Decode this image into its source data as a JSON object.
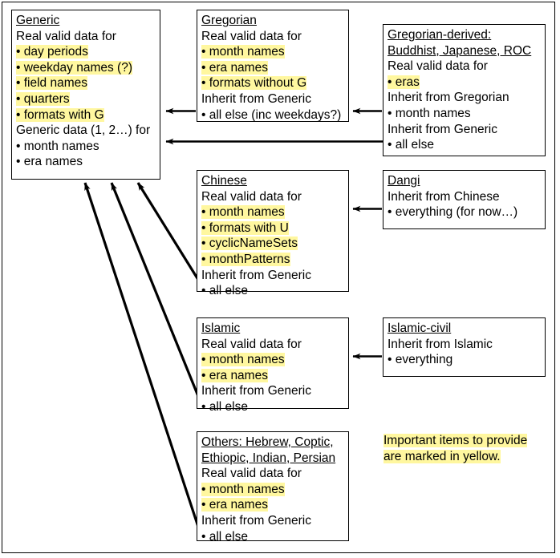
{
  "diagram": {
    "title": "Calendar data inheritance diagram",
    "highlight_color": "#FFF79F",
    "line_color": "#000000",
    "background": "#FFFFFF"
  },
  "boxes": {
    "generic": {
      "name": "Generic",
      "lines": [
        {
          "text": "Generic",
          "style": "title",
          "highlight": false
        },
        {
          "text": "Real valid data for",
          "style": "plain",
          "highlight": false
        },
        {
          "text": "• day periods",
          "style": "bullet",
          "highlight": true
        },
        {
          "text": "• weekday names (?)",
          "style": "bullet",
          "highlight": true
        },
        {
          "text": "• field names",
          "style": "bullet",
          "highlight": true
        },
        {
          "text": "• quarters",
          "style": "bullet",
          "highlight": true
        },
        {
          "text": "• formats with G",
          "style": "bullet",
          "highlight": true
        },
        {
          "text": "Generic data (1, 2…) for",
          "style": "plain",
          "highlight": false
        },
        {
          "text": "• month names",
          "style": "bullet",
          "highlight": false
        },
        {
          "text": "• era names",
          "style": "bullet",
          "highlight": false
        }
      ]
    },
    "gregorian": {
      "name": "Gregorian",
      "lines": [
        {
          "text": "Gregorian",
          "style": "title",
          "highlight": false
        },
        {
          "text": "Real valid data for",
          "style": "plain",
          "highlight": false
        },
        {
          "text": "• month names",
          "style": "bullet",
          "highlight": true
        },
        {
          "text": "• era names",
          "style": "bullet",
          "highlight": true
        },
        {
          "text": "• formats without G",
          "style": "bullet",
          "highlight": true
        },
        {
          "text": "Inherit from Generic",
          "style": "plain",
          "highlight": false
        },
        {
          "text": "• all else (inc weekdays?)",
          "style": "bullet",
          "highlight": false
        }
      ]
    },
    "gregorian_derived": {
      "name": "Gregorian-derived",
      "lines": [
        {
          "text": "Gregorian-derived:",
          "style": "title",
          "highlight": false
        },
        {
          "text": "Buddhist, Japanese, ROC",
          "style": "title",
          "highlight": false
        },
        {
          "text": "Real valid data for",
          "style": "plain",
          "highlight": false
        },
        {
          "text": "• eras",
          "style": "bullet",
          "highlight": true
        },
        {
          "text": "Inherit from Gregorian",
          "style": "plain",
          "highlight": false
        },
        {
          "text": "• month names",
          "style": "bullet",
          "highlight": false
        },
        {
          "text": "Inherit from Generic",
          "style": "plain",
          "highlight": false
        },
        {
          "text": "• all else",
          "style": "bullet",
          "highlight": false
        }
      ]
    },
    "chinese": {
      "name": "Chinese",
      "lines": [
        {
          "text": "Chinese",
          "style": "title",
          "highlight": false
        },
        {
          "text": "Real valid data for",
          "style": "plain",
          "highlight": false
        },
        {
          "text": "• month names",
          "style": "bullet",
          "highlight": true
        },
        {
          "text": "• formats with U",
          "style": "bullet",
          "highlight": true
        },
        {
          "text": "• cyclicNameSets",
          "style": "bullet",
          "highlight": true
        },
        {
          "text": "• monthPatterns",
          "style": "bullet",
          "highlight": true
        },
        {
          "text": "Inherit from Generic",
          "style": "plain",
          "highlight": false
        },
        {
          "text": "• all else",
          "style": "bullet",
          "highlight": false
        }
      ]
    },
    "dangi": {
      "name": "Dangi",
      "lines": [
        {
          "text": "Dangi",
          "style": "title",
          "highlight": false
        },
        {
          "text": "Inherit from Chinese",
          "style": "plain",
          "highlight": false
        },
        {
          "text": "• everything (for now…)",
          "style": "bullet",
          "highlight": false
        }
      ]
    },
    "islamic": {
      "name": "Islamic",
      "lines": [
        {
          "text": "Islamic",
          "style": "title",
          "highlight": false
        },
        {
          "text": "Real valid data for",
          "style": "plain",
          "highlight": false
        },
        {
          "text": "• month names",
          "style": "bullet",
          "highlight": true
        },
        {
          "text": "• era names",
          "style": "bullet",
          "highlight": true
        },
        {
          "text": "Inherit from Generic",
          "style": "plain",
          "highlight": false
        },
        {
          "text": "• all else",
          "style": "bullet",
          "highlight": false
        }
      ]
    },
    "islamic_civil": {
      "name": "Islamic-civil",
      "lines": [
        {
          "text": "Islamic-civil",
          "style": "title",
          "highlight": false
        },
        {
          "text": "Inherit from Islamic",
          "style": "plain",
          "highlight": false
        },
        {
          "text": "• everything",
          "style": "bullet",
          "highlight": false
        }
      ]
    },
    "others": {
      "name": "Others",
      "lines": [
        {
          "text": "Others: Hebrew, Coptic,",
          "style": "title",
          "highlight": false
        },
        {
          "text": "Ethiopic, Indian, Persian",
          "style": "title",
          "highlight": false
        },
        {
          "text": "Real valid data for",
          "style": "plain",
          "highlight": false
        },
        {
          "text": "• month names",
          "style": "bullet",
          "highlight": true
        },
        {
          "text": "• era names",
          "style": "bullet",
          "highlight": true
        },
        {
          "text": "Inherit from Generic",
          "style": "plain",
          "highlight": false
        },
        {
          "text": "• all else",
          "style": "bullet",
          "highlight": false
        }
      ]
    }
  },
  "legend": {
    "lines": [
      "Important items to provide",
      "are marked in yellow."
    ]
  },
  "arrows": [
    {
      "from": "gregorian",
      "to": "generic",
      "label": "gregorian-to-generic"
    },
    {
      "from": "gregorian_derived",
      "to": "gregorian",
      "label": "gregorian-derived-to-gregorian"
    },
    {
      "from": "gregorian_derived",
      "to": "generic",
      "label": "gregorian-derived-to-generic"
    },
    {
      "from": "dangi",
      "to": "chinese",
      "label": "dangi-to-chinese"
    },
    {
      "from": "islamic_civil",
      "to": "islamic",
      "label": "islamic-civil-to-islamic"
    },
    {
      "from": "chinese",
      "to": "generic",
      "label": "chinese-to-generic"
    },
    {
      "from": "islamic",
      "to": "generic",
      "label": "islamic-to-generic"
    },
    {
      "from": "others",
      "to": "generic",
      "label": "others-to-generic"
    }
  ]
}
